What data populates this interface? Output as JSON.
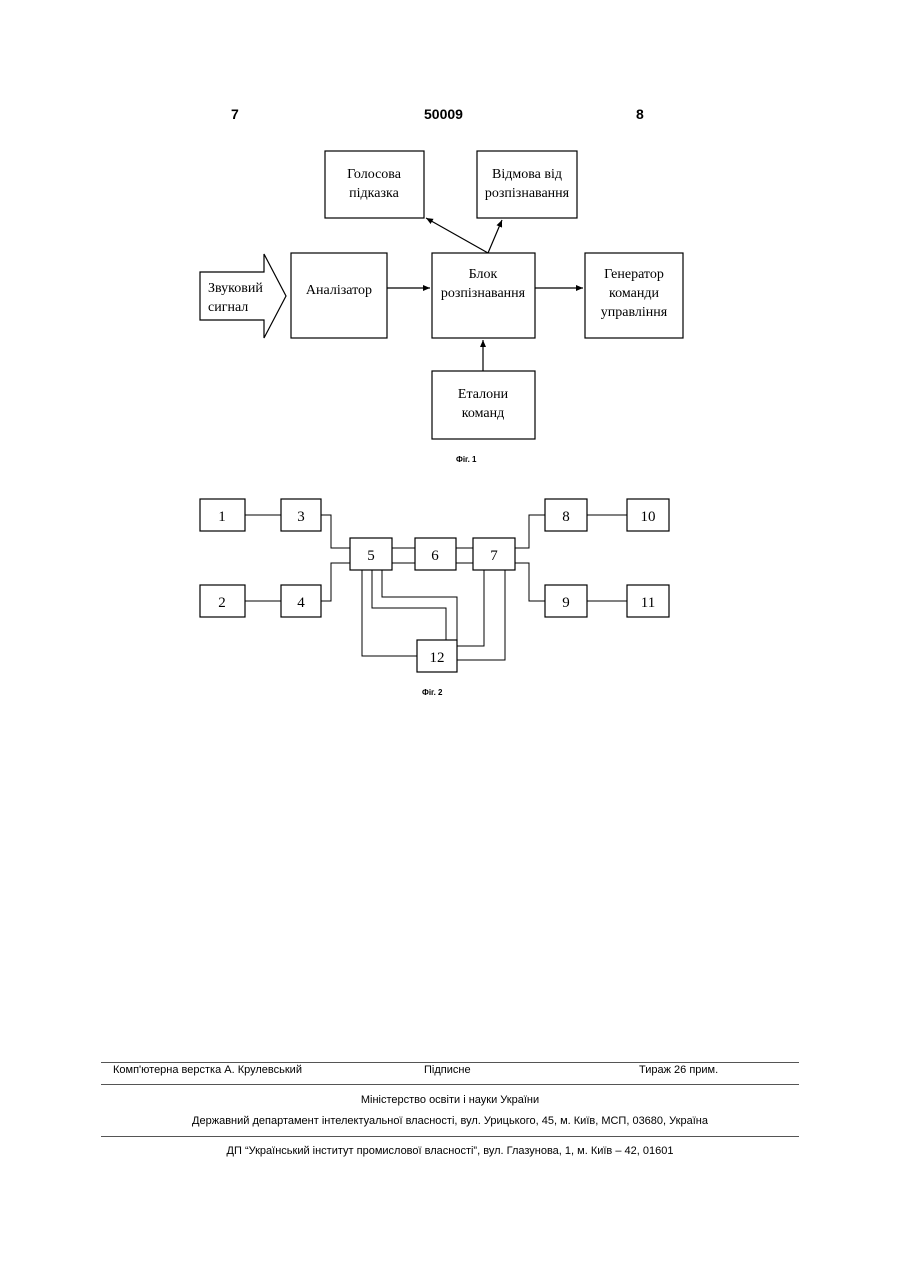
{
  "header": {
    "left_page": "7",
    "patent_number": "50009",
    "right_page": "8"
  },
  "fig1": {
    "input_arrow": [
      "Звуковий",
      "сигнал"
    ],
    "analyzer": "Аналізатор",
    "recognition_block": [
      "Блок",
      "розпізнавання"
    ],
    "voice_hint": [
      "Голосова",
      "підказка"
    ],
    "recognition_refusal": [
      "Відмова від",
      "розпізнавання"
    ],
    "command_generator": [
      "Генератор",
      "команди",
      "управління"
    ],
    "command_templates": [
      "Еталони",
      "команд"
    ],
    "caption": "Фіг. 1"
  },
  "fig2": {
    "blocks": [
      "1",
      "2",
      "3",
      "4",
      "5",
      "6",
      "7",
      "8",
      "9",
      "10",
      "11",
      "12"
    ],
    "caption": "Фіг. 2"
  },
  "footer": {
    "layout": "Комп'ютерна верстка А. Крулевський",
    "signed": "Підписне",
    "circulation": "Тираж 26 прим.",
    "ministry": "Міністерство освіти і науки України",
    "department": "Державний департамент інтелектуальної власності, вул. Урицького, 45, м. Київ, МСП, 03680, Україна",
    "institute": "ДП “Український інститут промислової власності”, вул. Глазунова, 1, м. Київ – 42, 01601"
  }
}
